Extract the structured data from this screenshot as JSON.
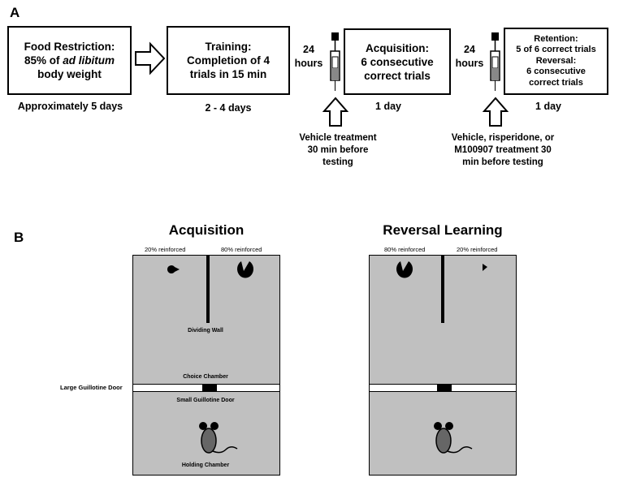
{
  "panel_a": {
    "letter": "A",
    "box1": {
      "line1": "Food Restriction:",
      "line2_pre": "85% of ",
      "line2_italic": "ad libitum",
      "line3": "body weight"
    },
    "box1_caption": "Approximately 5 days",
    "box2": {
      "line1": "Training:",
      "line2": "Completion of 4",
      "line3": "trials in 15 min"
    },
    "box2_caption": "2 - 4 days",
    "gap1": {
      "line1": "24",
      "line2": "hours"
    },
    "box3": {
      "line1": "Acquisition:",
      "line2": "6 consecutive",
      "line3": "correct trials"
    },
    "box3_caption": "1 day",
    "treatment1": {
      "line1": "Vehicle treatment",
      "line2": "30 min before",
      "line3": "testing"
    },
    "gap2": {
      "line1": "24",
      "line2": "hours"
    },
    "box4": {
      "line1": "Retention:",
      "line2": "5 of 6 correct trials",
      "line3": "Reversal:",
      "line4": "6 consecutive",
      "line5": "correct trials"
    },
    "box4_caption": "1 day",
    "treatment2": {
      "line1": "Vehicle, risperidone, or",
      "line2": "M100907  treatment  30",
      "line3": "min before testing"
    }
  },
  "panel_b": {
    "letter": "B",
    "left": {
      "title": "Acquisition",
      "left_reinforced": "20% reinforced",
      "right_reinforced": "80% reinforced",
      "dividing_wall": "Dividing Wall",
      "choice_chamber": "Choice Chamber",
      "small_door": "Small Guillotine Door",
      "holding_chamber": "Holding Chamber"
    },
    "large_door": "Large Guillotine Door",
    "right": {
      "title": "Reversal Learning",
      "left_reinforced": "80% reinforced",
      "right_reinforced": "20% reinforced"
    }
  }
}
